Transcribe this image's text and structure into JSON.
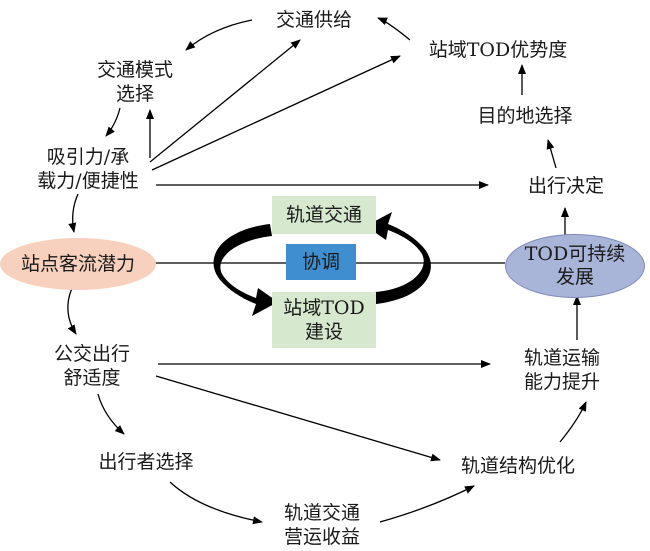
{
  "nodes": {
    "traffic_supply": "交通供给",
    "station_tod": "站域TOD优势度",
    "mode_choice": [
      "交通模式",
      "选择"
    ],
    "destination_choice": "目的地选择",
    "attraction": [
      "吸引力/承",
      "载力/便捷性"
    ],
    "travel_decision": "出行决定",
    "rail_transit": "轨道交通",
    "coordination": "协调",
    "station_tod_build": [
      "站域TOD",
      "建设"
    ],
    "passenger_potential": "站点客流潜力",
    "tod_sustainable": [
      "TOD可持续",
      "发展"
    ],
    "bus_comfort": [
      "公交出行",
      "舒适度"
    ],
    "rail_capacity": [
      "轨道运输",
      "能力提升"
    ],
    "traveler_choice": "出行者选择",
    "rail_structure": "轨道结构优化",
    "rail_revenue": [
      "轨道交通",
      "营运收益"
    ]
  },
  "colors": {
    "green_box": "#d6e9cf",
    "blue_box": "#3f8fd0",
    "pink_ellipse": "#f7d1bd",
    "lavender_ellipse": "#a9b4d9",
    "arrow": "#000000"
  }
}
